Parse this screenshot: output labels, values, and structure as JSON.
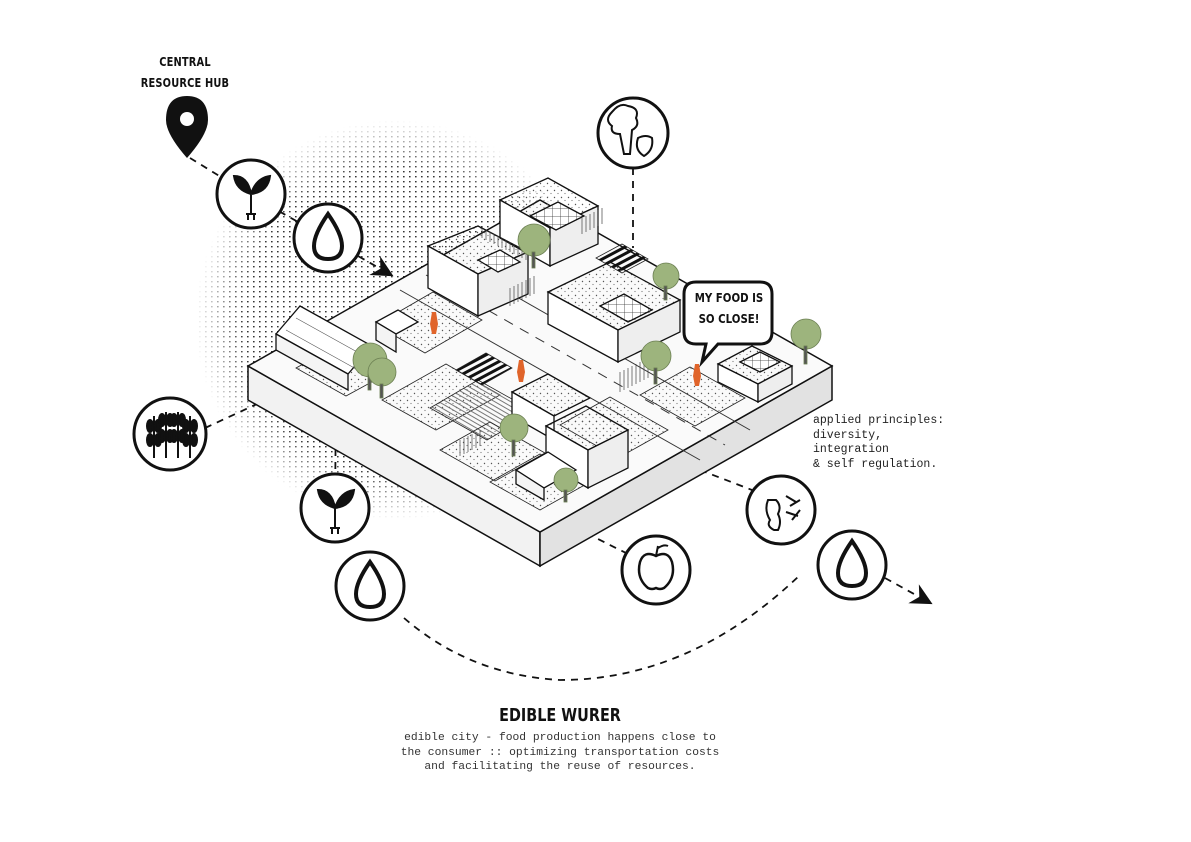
{
  "hub": {
    "label_line1": "CENTRAL",
    "label_line2": "RESOURCE HUB"
  },
  "speech_bubble": {
    "line1": "MY FOOD IS",
    "line2": "SO CLOSE!"
  },
  "principles": {
    "line1": "applied principles:",
    "line2": "diversity,",
    "line3": "integration",
    "line4": "& self regulation."
  },
  "title": "EDIBLE WURER",
  "subtitle": {
    "line1": "edible city - food production happens close to",
    "line2": "the consumer :: optimizing transportation costs",
    "line3": "and facilitating the reuse of resources."
  },
  "colors": {
    "ink": "#111111",
    "tree": "#9db47d",
    "figure": "#e0642a",
    "ground": "#e9e9e9"
  }
}
